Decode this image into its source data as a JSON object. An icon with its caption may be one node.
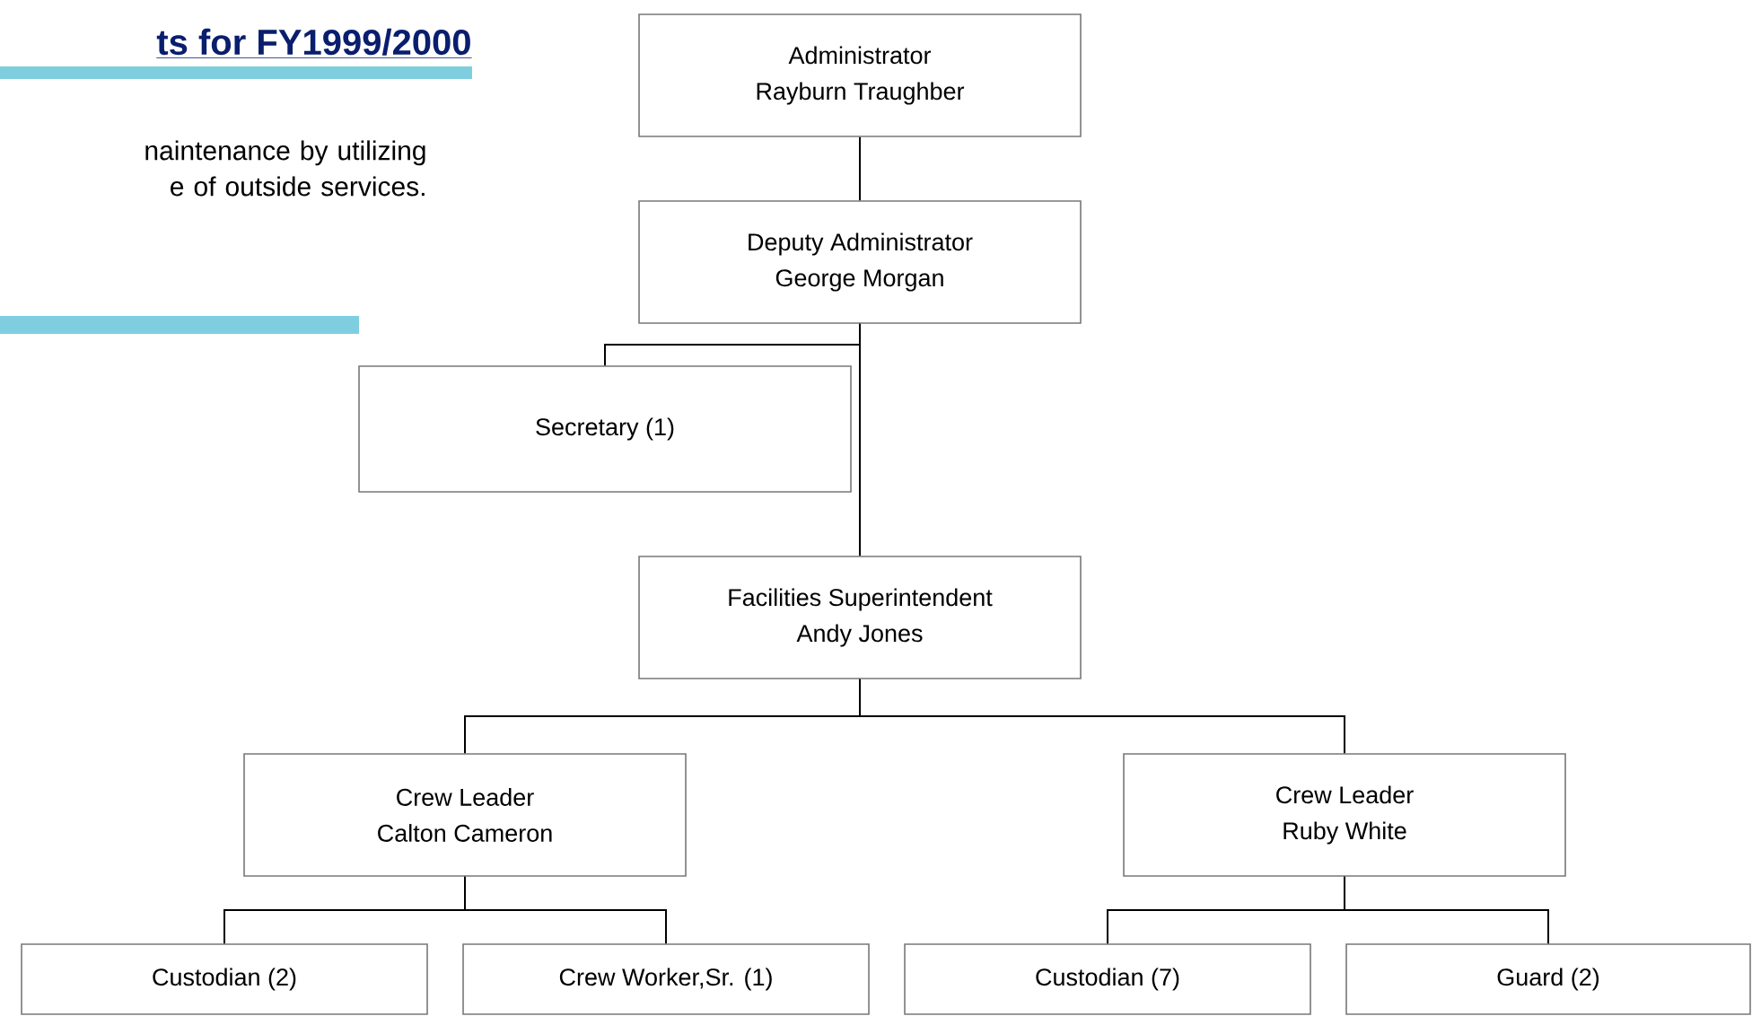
{
  "diagram": {
    "title": "ts for FY1999/2000",
    "nodes": [
      {
        "text": [
          "Administrator",
          "Rayburn Traughber"
        ]
      },
      {
        "text": [
          "Deputy Administrator",
          "George Morgan"
        ]
      },
      {
        "text": [
          "Secretary (1)"
        ]
      },
      {
        "text": [
          "Facilities Superintendent",
          "Andy Jones"
        ]
      },
      {
        "text": [
          "Crew Leader",
          "Calton Cameron"
        ]
      },
      {
        "text": [
          "Crew Leader",
          "Ruby White"
        ]
      },
      {
        "text": [
          "Custodian (2)"
        ]
      },
      {
        "text": [
          "Crew Worker,Sr. (1)"
        ]
      },
      {
        "text": [
          "Custodian (7)"
        ]
      },
      {
        "text": [
          "Guard (2)"
        ]
      }
    ],
    "edges": [
      {
        "from": 0,
        "to": 1,
        "arrow": "none"
      },
      {
        "from": 1,
        "to": 2,
        "arrow": "none"
      },
      {
        "from": 1,
        "to": 3,
        "arrow": "none"
      },
      {
        "from": 3,
        "to": 4,
        "arrow": "none"
      },
      {
        "from": 3,
        "to": 5,
        "arrow": "none"
      },
      {
        "from": 4,
        "to": 6,
        "arrow": "none"
      },
      {
        "from": 4,
        "to": 7,
        "arrow": "none"
      },
      {
        "from": 5,
        "to": 8,
        "arrow": "none"
      },
      {
        "from": 5,
        "to": 9,
        "arrow": "none"
      }
    ],
    "labels": [
      "naintenance by utilizing e of outside services."
    ]
  }
}
